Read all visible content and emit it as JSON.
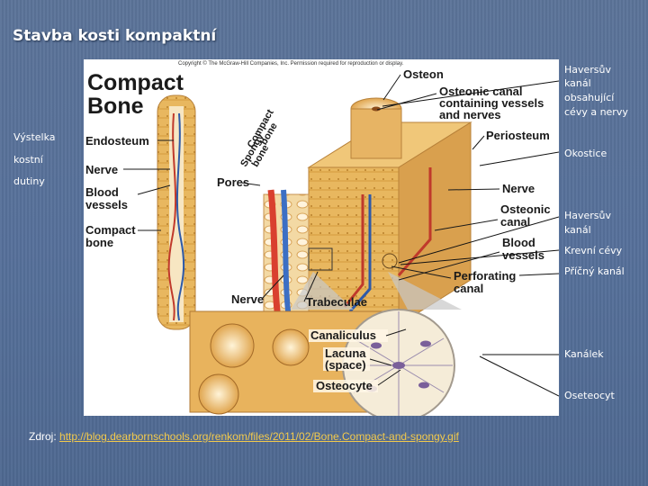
{
  "slide": {
    "title": "Stavba kosti kompaktní",
    "source_label": "Zdroj:",
    "source_link": "http://blog.dearbornschools.org/renkom/files/2011/02/Bone.Compact-and-spongy.gif"
  },
  "figure": {
    "copyright": "Copyright © The McGraw-Hill Companies, Inc. Permission required for reproduction or display.",
    "heading_line1": "Compact",
    "heading_line2": "Bone",
    "labels": {
      "osteon": "Osteon",
      "osteonic_canal_1": "Osteonic canal",
      "osteonic_canal_2": "containing vessels",
      "osteonic_canal_3": "and nerves",
      "spongy_bone_1": "Spongy",
      "spongy_bone_2": "bone",
      "compact_bone_diag_1": "Compact",
      "compact_bone_diag_2": "bone",
      "periosteum": "Periosteum",
      "endosteum": "Endosteum",
      "nerve_left": "Nerve",
      "pores": "Pores",
      "nerve_right": "Nerve",
      "blood_vessels_left_1": "Blood",
      "blood_vessels_left_2": "vessels",
      "osteonic_canal_r1": "Osteonic",
      "osteonic_canal_r2": "canal",
      "compact_bone_left_1": "Compact",
      "compact_bone_left_2": "bone",
      "blood_vessels_right_1": "Blood",
      "blood_vessels_right_2": "vessels",
      "perforating_canal_1": "Perforating",
      "perforating_canal_2": "canal",
      "nerve_bottom": "Nerve",
      "trabeculae": "Trabeculae",
      "canaliculus": "Canaliculus",
      "lacuna_1": "Lacuna",
      "lacuna_2": "(space)",
      "osteocyte": "Osteocyte"
    }
  },
  "annotations": {
    "left_1": "Výstelka",
    "left_2": "kostní",
    "left_3": "dutiny",
    "right_haversian_1": "Haversův",
    "right_haversian_2": "kanál",
    "right_haversian_3": "obsahující",
    "right_haversian_4": "cévy a nervy",
    "right_periosteum": "Okostice",
    "right_canal_1": "Haversův",
    "right_canal_2": "kanál",
    "right_vessels": "Krevní cévy",
    "right_perforating": "Příčný kanál",
    "right_canaliculus": "Kanálek",
    "right_osteocyte": "Oseteocyt"
  }
}
